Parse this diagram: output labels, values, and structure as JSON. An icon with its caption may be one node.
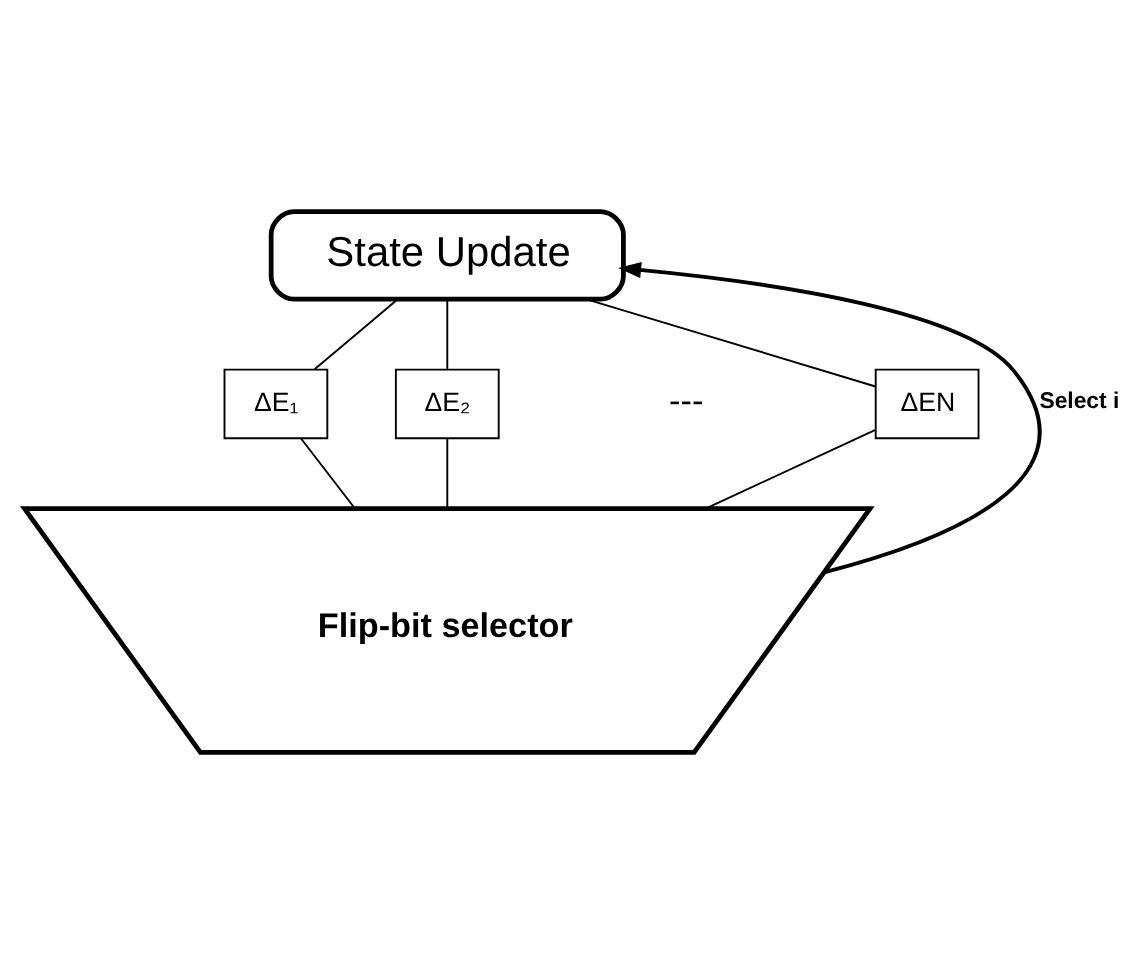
{
  "diagram": {
    "nodes": [
      {
        "text": [
          "State Update"
        ]
      },
      {
        "text": [
          "ΔE₁"
        ]
      },
      {
        "text": [
          "ΔE₂"
        ]
      },
      {
        "text": [
          "ΔEN"
        ]
      },
      {
        "text": [
          "Flip-bit selector"
        ]
      }
    ],
    "edges": [
      {
        "from": 0,
        "to": 1,
        "arrow": "none"
      },
      {
        "from": 0,
        "to": 2,
        "arrow": "none"
      },
      {
        "from": 0,
        "to": 3,
        "arrow": "none"
      },
      {
        "from": 1,
        "to": 4,
        "arrow": "none"
      },
      {
        "from": 2,
        "to": 4,
        "arrow": "none"
      },
      {
        "from": 3,
        "to": 4,
        "arrow": "none"
      },
      {
        "from": 4,
        "to": 0,
        "arrow": "to",
        "label": "Select i"
      }
    ],
    "labels": [
      "---"
    ]
  }
}
